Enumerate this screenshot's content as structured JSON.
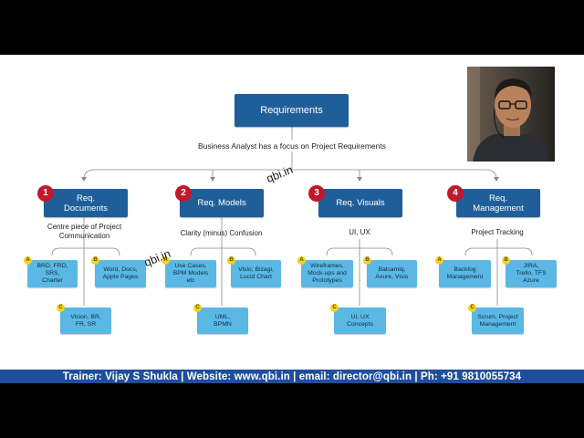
{
  "title": "Requirements",
  "subtitle": "Business Analyst has a focus on Project Requirements",
  "watermark": "qbi.in",
  "footer": "Trainer: Vijay S Shukla | Website: www.qbi.in | email: director@qbi.in | Ph: +91 9810055734",
  "colors": {
    "main_box": "#1f5f99",
    "sub_box": "#5bb8e4",
    "number_badge": "#c0192c",
    "letter_badge": "#f4d21f",
    "footer_bar": "#1f4e9c"
  },
  "branches": [
    {
      "number": "1",
      "line1": "Req.",
      "line2": "Documents",
      "desc1": "Centre piece of Project",
      "desc2": "Communication",
      "items": [
        {
          "badge": "A",
          "line1": "BRD, FRD,",
          "line2": "SRS,",
          "line3": "Charter"
        },
        {
          "badge": "B",
          "line1": "Word, Docs,",
          "line2": "Apple Pages",
          "line3": ""
        },
        {
          "badge": "C",
          "line1": "Vision, BR,",
          "line2": "FR, SR",
          "line3": ""
        }
      ]
    },
    {
      "number": "2",
      "line1": "Req. Models",
      "line2": "",
      "desc1": "Clarity (minus) Confusion",
      "desc2": "",
      "items": [
        {
          "badge": "A",
          "line1": "Use Cases,",
          "line2": "BPM Models",
          "line3": "etc"
        },
        {
          "badge": "B",
          "line1": "Visio, Bizagi,",
          "line2": "Lucid Chart",
          "line3": ""
        },
        {
          "badge": "C",
          "line1": "UML,",
          "line2": "BPMN",
          "line3": ""
        }
      ]
    },
    {
      "number": "3",
      "line1": "Req. Visuals",
      "line2": "",
      "desc1": "UI, UX",
      "desc2": "",
      "items": [
        {
          "badge": "A",
          "line1": "Wireframes,",
          "line2": "Mock-ups and",
          "line3": "Prototypes"
        },
        {
          "badge": "B",
          "line1": "Balsamiq,",
          "line2": "Axure, Visio",
          "line3": ""
        },
        {
          "badge": "C",
          "line1": "UI, UX",
          "line2": "Concepts",
          "line3": ""
        }
      ]
    },
    {
      "number": "4",
      "line1": "Req.",
      "line2": "Management",
      "desc1": "Project Tracking",
      "desc2": "",
      "items": [
        {
          "badge": "A",
          "line1": "Backlog",
          "line2": "Management",
          "line3": ""
        },
        {
          "badge": "B",
          "line1": "JIRA,",
          "line2": "Trello, TFS",
          "line3": "Azure"
        },
        {
          "badge": "C",
          "line1": "Scrum, Project",
          "line2": "Management",
          "line3": ""
        }
      ]
    }
  ]
}
